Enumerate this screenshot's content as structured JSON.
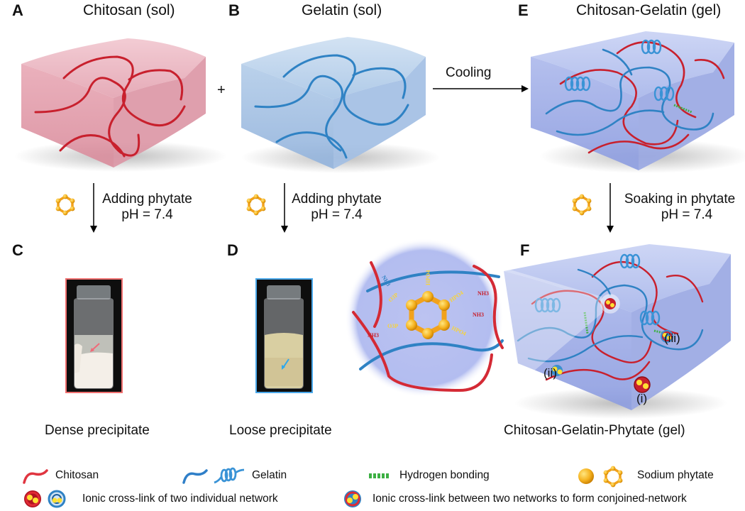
{
  "panels": {
    "A": {
      "letter": "A",
      "title": "Chitosan (sol)"
    },
    "B": {
      "letter": "B",
      "title": "Gelatin (sol)"
    },
    "C": {
      "letter": "C",
      "caption": "Dense precipitate"
    },
    "D": {
      "letter": "D",
      "caption": "Loose precipitate"
    },
    "E": {
      "letter": "E",
      "title": "Chitosan-Gelatin (gel)"
    },
    "F": {
      "letter": "F",
      "caption": "Chitosan-Gelatin-Phytate (gel)",
      "sites": [
        "(i)",
        "(ii)",
        "(iii)"
      ]
    }
  },
  "operators": {
    "plus": "+",
    "cooling": "Cooling"
  },
  "steps": [
    {
      "action": "Adding phytate",
      "condition": "pH = 7.4"
    },
    {
      "action": "Adding phytate",
      "condition": "pH = 7.4"
    },
    {
      "action": "Soaking in phytate",
      "condition": "pH = 7.4"
    }
  ],
  "zoom_labels": {
    "amine": "NH3",
    "phosphate": "HPO4",
    "ester": "O3P"
  },
  "legend": {
    "chitosan": "Chitosan",
    "gelatin": "Gelatin",
    "hbond": "Hydrogen bonding",
    "phytate": "Sodium phytate",
    "ionic_individual": "Ionic cross-link of two individual network",
    "ionic_conjoined": "Ionic cross-link between two networks to form conjoined-network"
  },
  "colors": {
    "chitosan": "#d42a35",
    "gelatin": "#3a8fd0",
    "hbond": "#3cb043",
    "phytate": "#f5a623",
    "pink_gel": "#e8aab6",
    "blue_gel": "#a9bfe8",
    "vial_border_c": "#f07070",
    "vial_border_d": "#4aa8ea"
  }
}
